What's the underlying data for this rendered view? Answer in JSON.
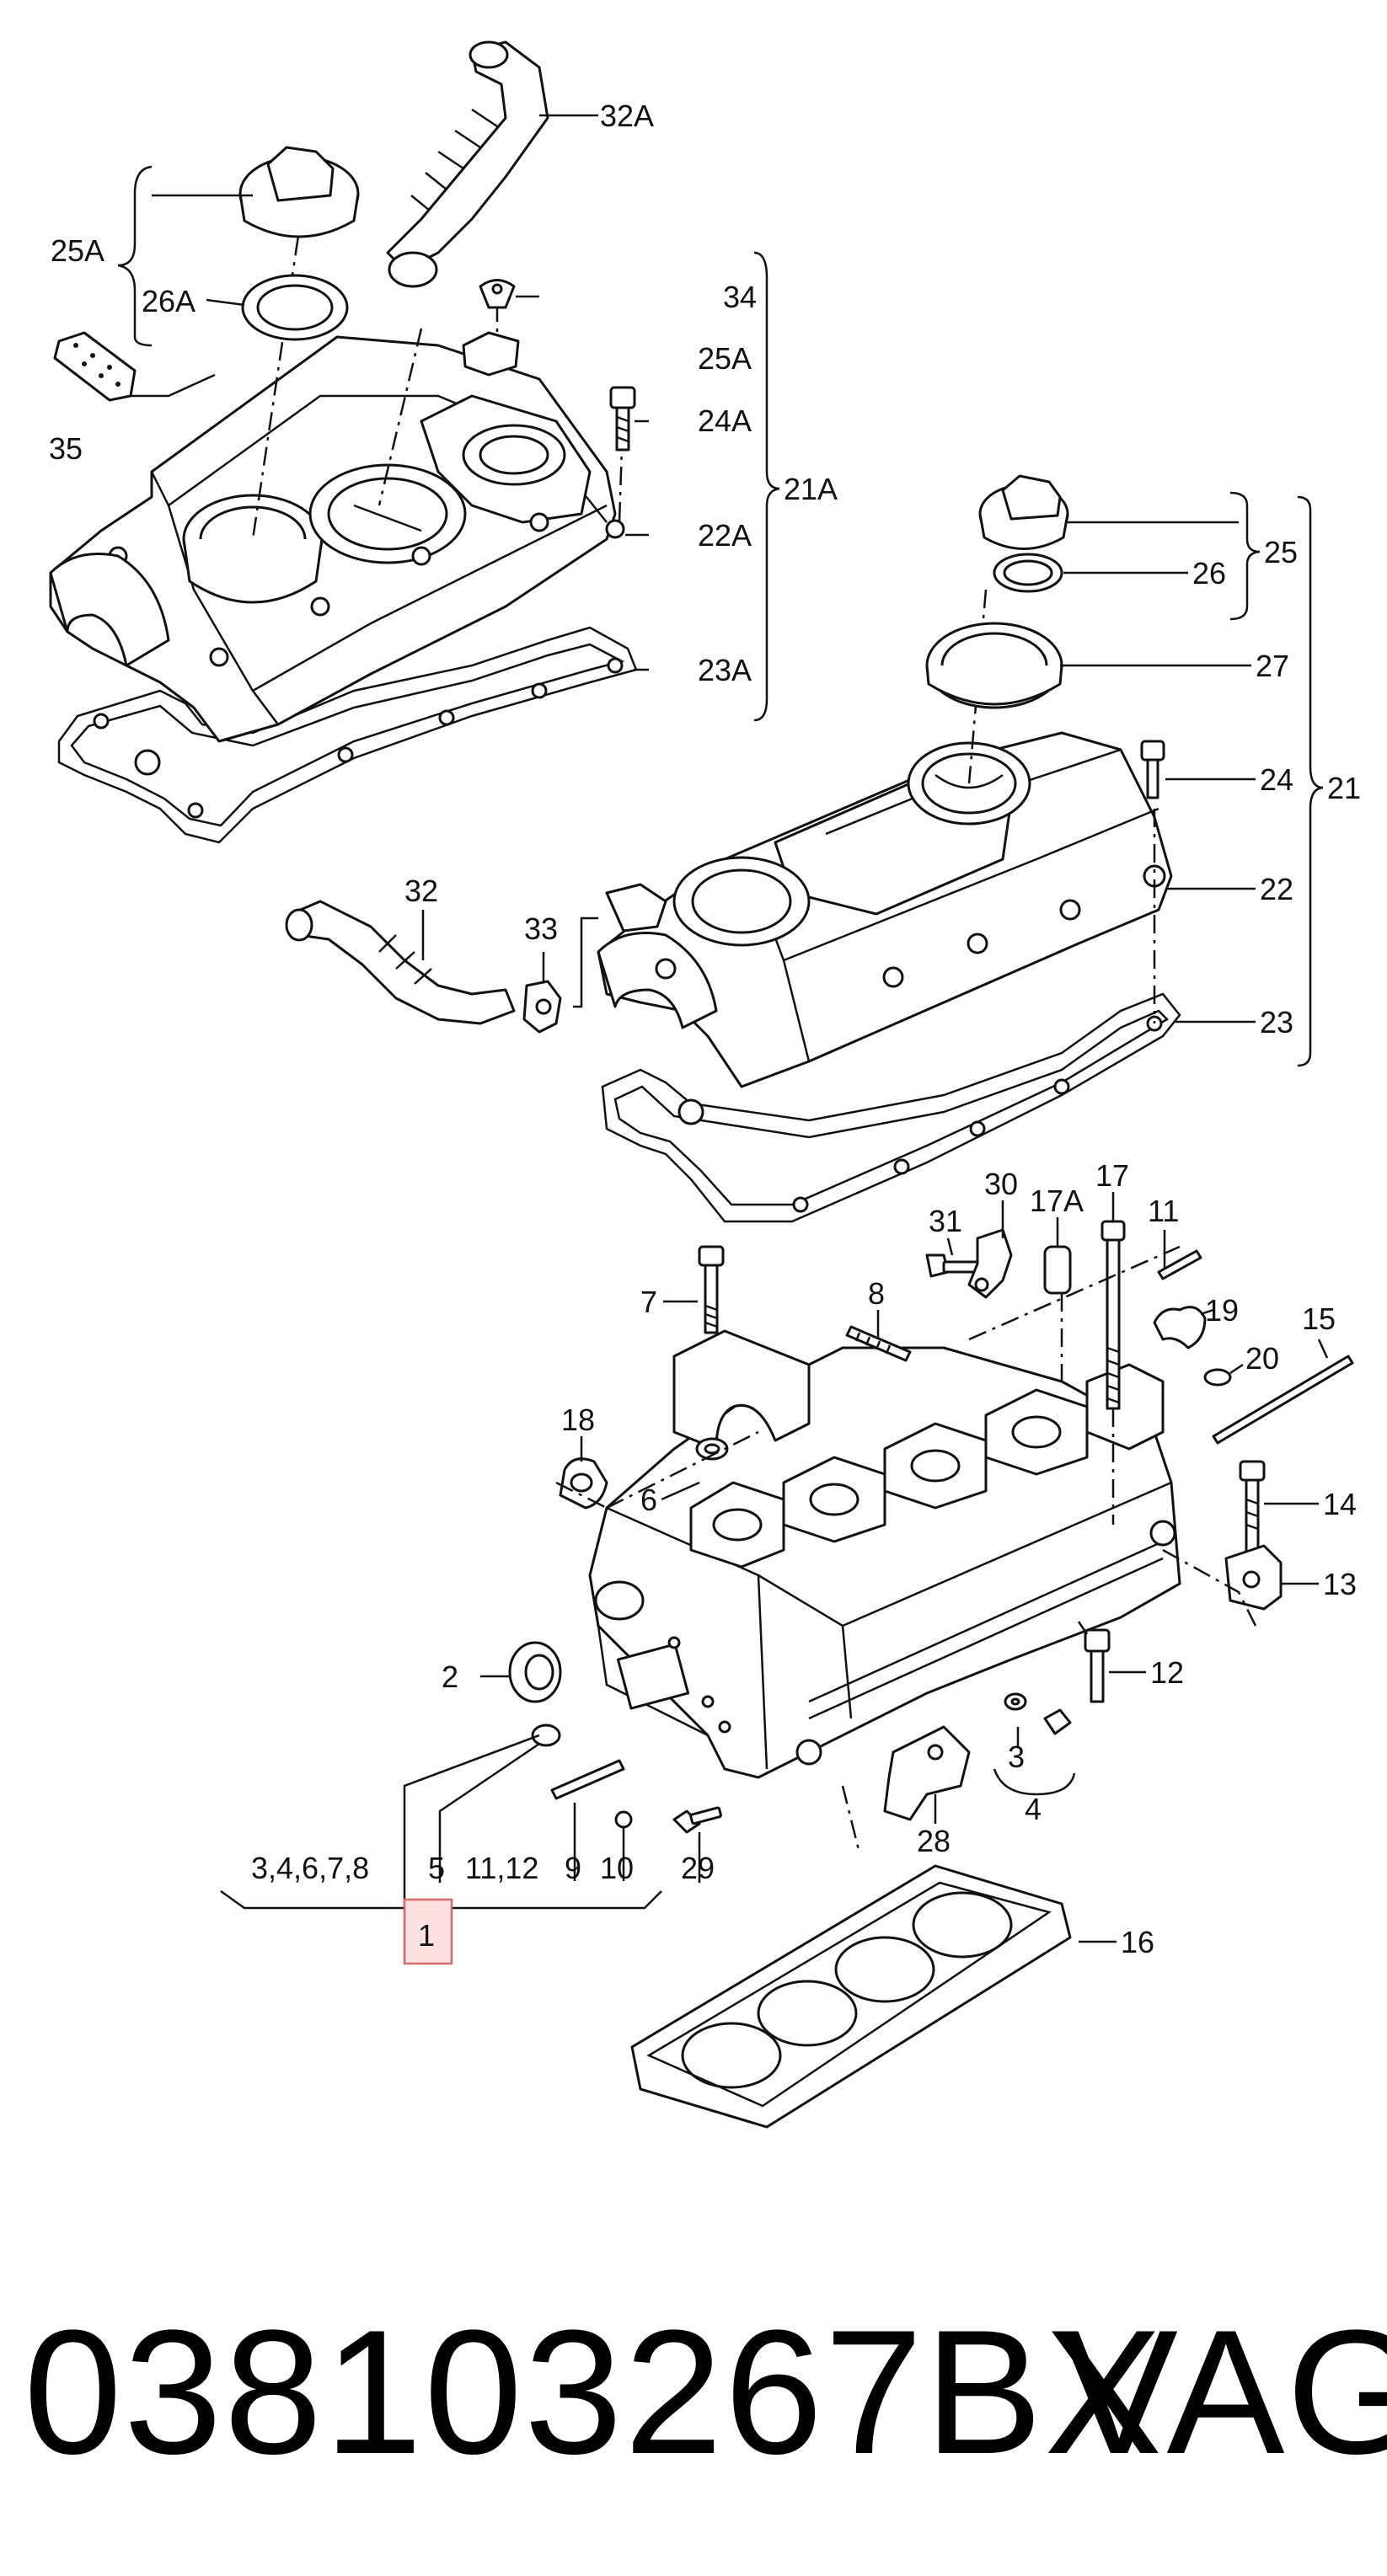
{
  "labels": {
    "l32A": "32A",
    "l25A_left": "25A",
    "l26A": "26A",
    "l34": "34",
    "l25A_right": "25A",
    "l24A": "24A",
    "l21A": "21A",
    "l22A": "22A",
    "l23A": "23A",
    "l35": "35",
    "l25": "25",
    "l26": "26",
    "l27": "27",
    "l24": "24",
    "l21": "21",
    "l22": "22",
    "l23": "23",
    "l32": "32",
    "l33": "33",
    "l30": "30",
    "l17A": "17A",
    "l17": "17",
    "l11": "11",
    "l31": "31",
    "l7": "7",
    "l8": "8",
    "l19": "19",
    "l15": "15",
    "l20": "20",
    "l18": "18",
    "l6": "6",
    "l14": "14",
    "l13": "13",
    "l2": "2",
    "l12": "12",
    "l3": "3",
    "l4": "4",
    "l28": "28",
    "group_3_8": "3,4,6,7,8",
    "g5": "5",
    "g11_12": "11,12",
    "g9": "9",
    "g10": "10",
    "l29": "29",
    "l1": "1",
    "l16": "16"
  },
  "footer": {
    "part_number": "038103267BX",
    "brand": "VAG"
  },
  "colors": {
    "highlight_fill": "#fde0e0",
    "highlight_border": "#d46a6a",
    "ink": "#111111"
  }
}
